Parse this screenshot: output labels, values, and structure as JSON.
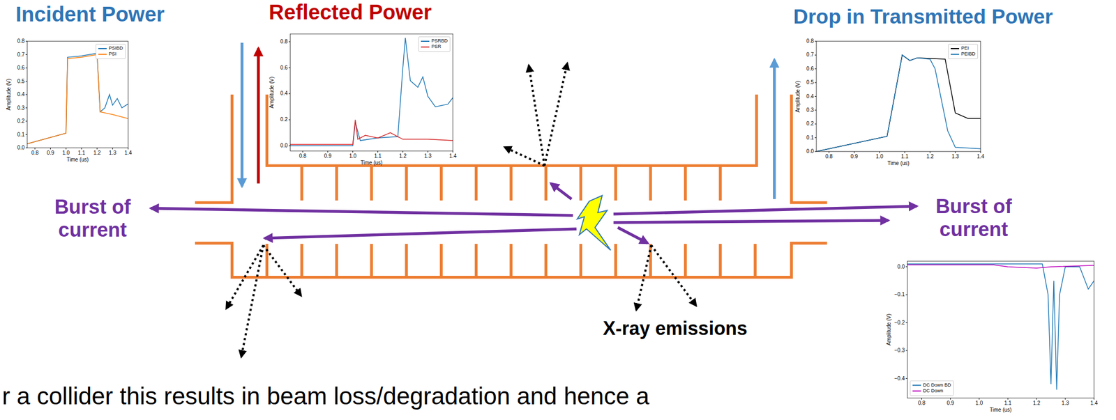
{
  "diagram": {
    "labels": [
      "Incident Power",
      "Reflected Power",
      "Drop in Transmitted Power",
      "Burst of current",
      "Burst of current",
      "X-ray emissions",
      "r a collider this results in beam loss/degradation and hence a",
      "Amplitude (V)",
      "Time (us)",
      "0.0",
      "0.1",
      "0.2",
      "0.3",
      "0.4",
      "0.5",
      "0.6",
      "0.7",
      "0.8",
      "0.8",
      "0.9",
      "1.0",
      "1.1",
      "1.2",
      "1.3",
      "1.4",
      "Amplitude (V)",
      "Time (us)",
      "0.0",
      "0.2",
      "0.4",
      "0.6",
      "0.8",
      "0.8",
      "0.9",
      "1.0",
      "1.1",
      "1.2",
      "1.3",
      "1.4",
      "Amplitude (V)",
      "Time (us)",
      "0.0",
      "0.1",
      "0.2",
      "0.3",
      "0.4",
      "0.5",
      "0.6",
      "0.7",
      "0.8",
      "0.8",
      "0.9",
      "1.0",
      "1.1",
      "1.2",
      "1.3",
      "1.4",
      "Amplitude (V)",
      "Time (us)",
      "0.0",
      "−0.1",
      "−0.2",
      "−0.3",
      "−0.4",
      "0.8",
      "0.9",
      "1.0",
      "1.1",
      "1.2",
      "1.3",
      "1.4"
    ],
    "legend": [
      {
        "text": "PSIBD",
        "color": "#1f77b4"
      },
      {
        "text": "PSI",
        "color": "#ff7f0e"
      },
      {
        "text": "PSRBD",
        "color": "#1f77b4"
      },
      {
        "text": "PSR",
        "color": "#d62728"
      },
      {
        "text": "PEI",
        "color": "#000000"
      },
      {
        "text": "PEIBD",
        "color": "#1f77b4"
      },
      {
        "text": "DC Down BD",
        "color": "#1f77b4"
      },
      {
        "text": "DC Down",
        "color": "#bf00bf"
      }
    ]
  }
}
